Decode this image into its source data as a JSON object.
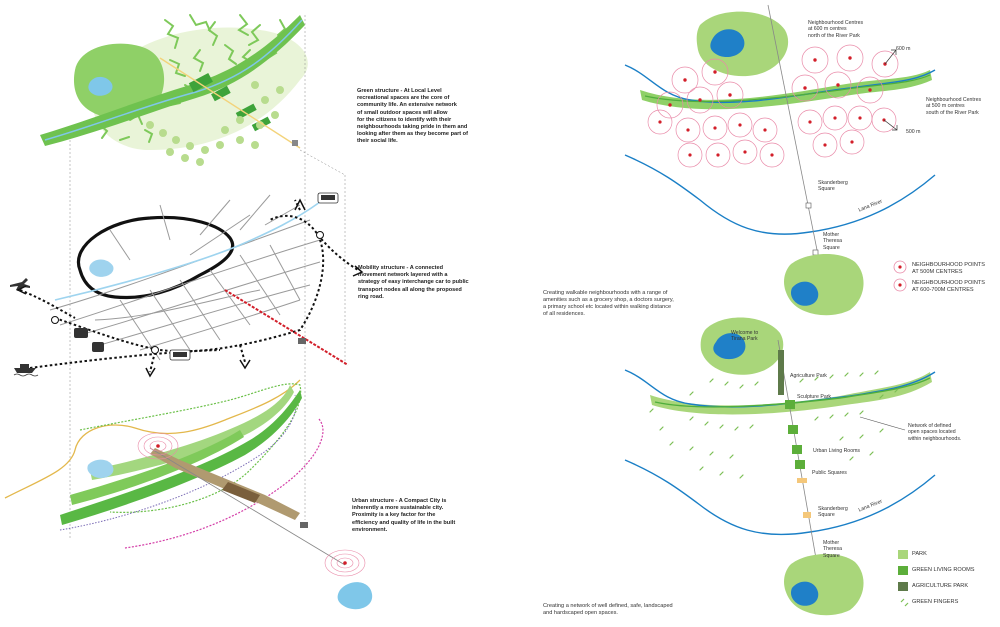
{
  "left_panel": {
    "green_structure": {
      "lines": [
        "Green structure - At Local Level",
        "recreational spaces are the core of",
        "community life. An extensive network",
        "of small outdoor spaces will allow",
        "for the citizens to identify with their",
        "neighbourhoods taking pride in them and",
        "looking after them as they become part of",
        "their social life."
      ]
    },
    "mobility_structure": {
      "lines": [
        "Mobility structure - A connected",
        "movement network layered with a",
        "strategy of easy interchange car to public",
        "transport nodes all along the proposed",
        "ring road."
      ]
    },
    "urban_structure": {
      "lines": [
        "Urban structure - A Compact City is",
        "inherently a more sustainable city.",
        "Proximity is a key factor for the",
        "efficiency and quality of life in the built",
        "environment."
      ]
    }
  },
  "right_top": {
    "labels": {
      "north_centres": [
        "Neighbourhood Centres",
        "at 600 m centres",
        "north of the River Park"
      ],
      "distance_600": "600 m",
      "south_centres": [
        "Neighbourhood Centres",
        "at 500 m centres",
        "south of the River Park"
      ],
      "distance_500": "500 m",
      "skanderberg": [
        "Skanderberg",
        "Square"
      ],
      "lana_river": "Lana River",
      "mother_theresa": [
        "Mother",
        "Theresa",
        "Square"
      ]
    },
    "caption": [
      "Creating walkable neighbourhoods with a range of",
      "amenities such as a grocery shop, a doctors surgery,",
      "a primary school etc located within walking distance",
      "of all residences."
    ],
    "legend": [
      {
        "label": "NEIGHBOURHOOD POINTS",
        "label2": "AT 500M CENTRES",
        "color": "#d6336c"
      },
      {
        "label": "NEIGHBOURHOOD POINTS",
        "label2": "AT 600-700M CENTRES",
        "color": "#d6336c"
      }
    ]
  },
  "right_bottom": {
    "labels": {
      "welcome": [
        "Welcome to",
        "Tirana Park"
      ],
      "agriculture": "Agriculture Park",
      "sculpture": "Sculpture Park",
      "network": [
        "Network of defined",
        "open spaces located",
        "within neighbourhoods."
      ],
      "urban_living": "Urban Living Rooms",
      "public_squares": "Public Squares",
      "skanderberg": [
        "Skanderberg",
        "Square"
      ],
      "lana_river": "Lana River",
      "mother_theresa": [
        "Mother",
        "Theresa",
        "Square"
      ]
    },
    "caption": [
      "Creating a network of well defined, safe, landscaped",
      "and hardscaped open spaces."
    ],
    "legend": [
      {
        "label": "PARK",
        "color": "#a9d67a"
      },
      {
        "label": "GREEN LIVING ROOMS",
        "color": "#5cae3a"
      },
      {
        "label": "AGRICULTURE PARK",
        "color": "#5e7a4a"
      },
      {
        "label": "GREEN FINGERS",
        "color": "#7cbf55"
      }
    ]
  }
}
